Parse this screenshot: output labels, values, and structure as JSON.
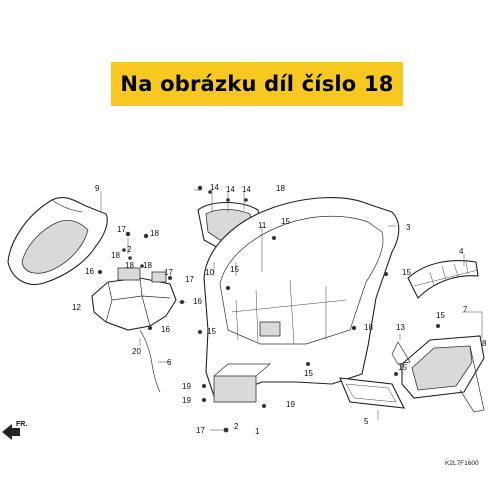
{
  "banner": {
    "text": "Na obrázku díl číslo 18",
    "color": "#f7c81e"
  },
  "direction_label": "FR.",
  "diagram_code": "K2L7F1600",
  "callouts": [
    {
      "text": "9"
    },
    {
      "text": "14"
    },
    {
      "text": "14"
    },
    {
      "text": "14"
    },
    {
      "text": "18"
    },
    {
      "text": "3"
    },
    {
      "text": "17"
    },
    {
      "text": "18"
    },
    {
      "text": "2"
    },
    {
      "text": "18"
    },
    {
      "text": "16"
    },
    {
      "text": "18"
    },
    {
      "text": "18"
    },
    {
      "text": "17"
    },
    {
      "text": "17"
    },
    {
      "text": "11"
    },
    {
      "text": "15"
    },
    {
      "text": "4"
    },
    {
      "text": "10"
    },
    {
      "text": "15"
    },
    {
      "text": "15"
    },
    {
      "text": "12"
    },
    {
      "text": "16"
    },
    {
      "text": "15"
    },
    {
      "text": "16"
    },
    {
      "text": "15"
    },
    {
      "text": "7"
    },
    {
      "text": "20"
    },
    {
      "text": "6"
    },
    {
      "text": "18"
    },
    {
      "text": "13"
    },
    {
      "text": "8"
    },
    {
      "text": "15"
    },
    {
      "text": "15"
    },
    {
      "text": "19"
    },
    {
      "text": "19"
    },
    {
      "text": "5"
    },
    {
      "text": "17"
    },
    {
      "text": "2"
    },
    {
      "text": "19"
    },
    {
      "text": "1"
    }
  ]
}
